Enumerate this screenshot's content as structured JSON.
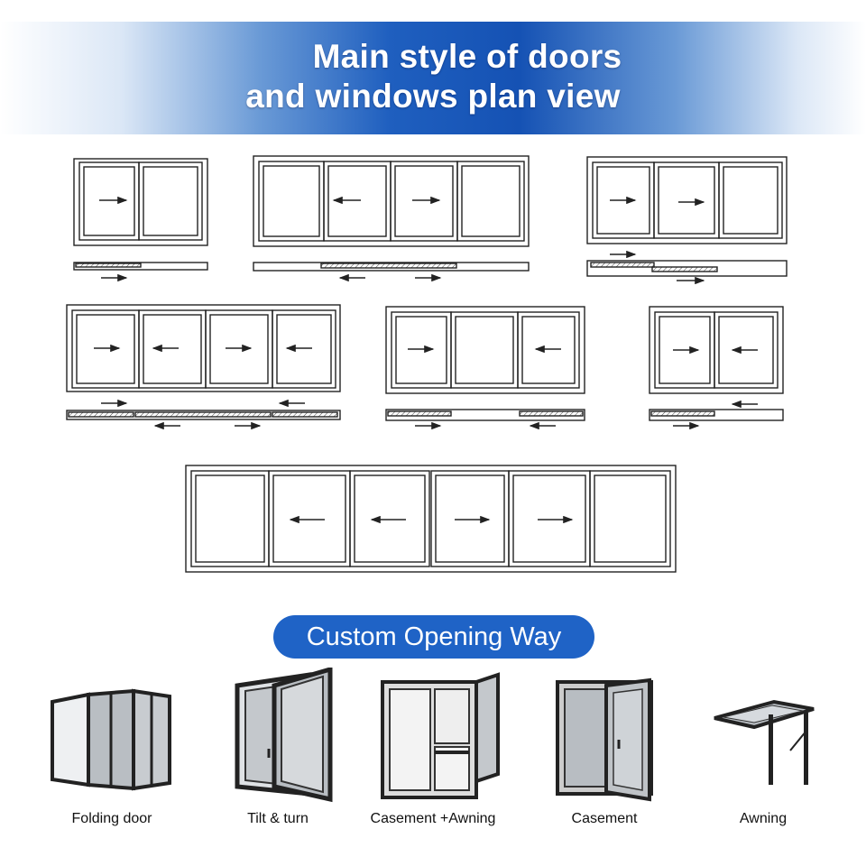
{
  "header": {
    "title_line1": "Main style of doors",
    "title_line2": "and windows plan view"
  },
  "section": {
    "pill_label": "Custom Opening Way"
  },
  "products": [
    {
      "icon": "folding-door-icon",
      "label": "Folding door"
    },
    {
      "icon": "tilt-turn-icon",
      "label": "Tilt & turn"
    },
    {
      "icon": "casement-awning-icon",
      "label": "Casement +Awning"
    },
    {
      "icon": "casement-icon",
      "label": "Casement"
    },
    {
      "icon": "awning-icon",
      "label": "Awning"
    }
  ],
  "colors": {
    "banner_blue": "#1552b4",
    "pill_blue": "#1f63c6",
    "frame": "#222222"
  }
}
